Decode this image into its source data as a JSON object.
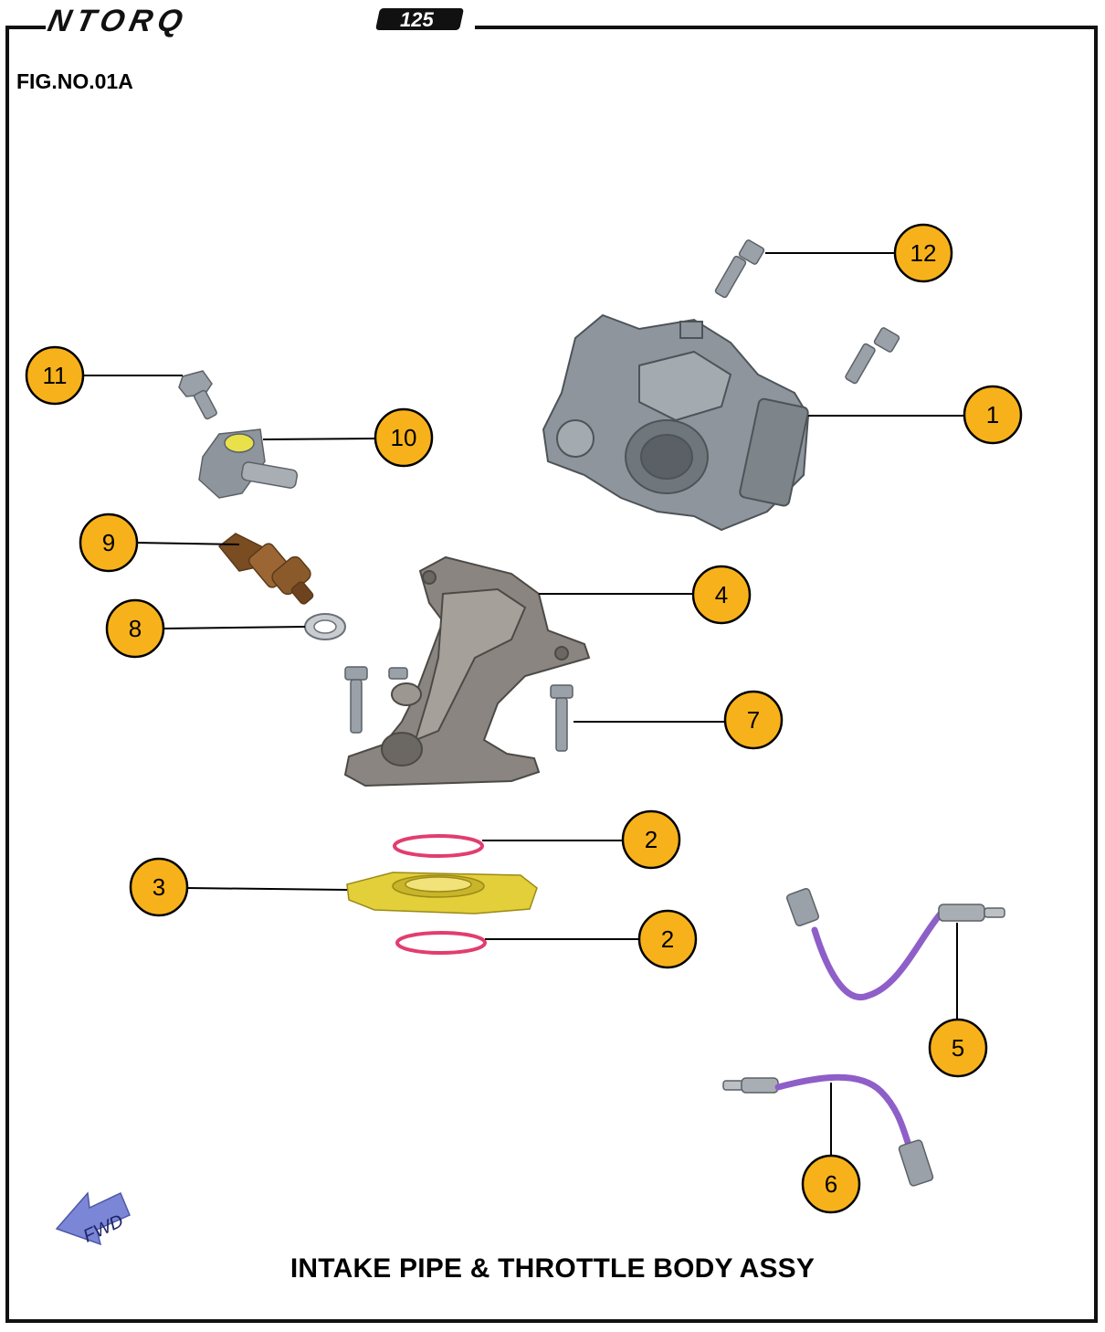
{
  "header": {
    "brand_name": "NTORQ",
    "brand_model": "125"
  },
  "figure": {
    "fig_no": "FIG.NO.01A",
    "title": "INTAKE PIPE & THROTTLE BODY ASSY",
    "direction_label": "FWD"
  },
  "callouts": [
    {
      "id": "callout-12",
      "label": "12"
    },
    {
      "id": "callout-1",
      "label": "1"
    },
    {
      "id": "callout-11",
      "label": "11"
    },
    {
      "id": "callout-10",
      "label": "10"
    },
    {
      "id": "callout-9",
      "label": "9"
    },
    {
      "id": "callout-4",
      "label": "4"
    },
    {
      "id": "callout-8",
      "label": "8"
    },
    {
      "id": "callout-7",
      "label": "7"
    },
    {
      "id": "callout-2a",
      "label": "2"
    },
    {
      "id": "callout-3",
      "label": "3"
    },
    {
      "id": "callout-2b",
      "label": "2"
    },
    {
      "id": "callout-5",
      "label": "5"
    },
    {
      "id": "callout-6",
      "label": "6"
    }
  ],
  "colors": {
    "callout_fill": "#f7b21b",
    "frame": "#111111",
    "part_grey": "#8e959c",
    "intake_pipe": "#8a8580",
    "injector": "#8b5a2b",
    "oring": "#e23d6f",
    "insulator": "#e3cf3a",
    "sensor_cable": "#8e5fc8",
    "fwd_arrow": "#7b86d6"
  }
}
